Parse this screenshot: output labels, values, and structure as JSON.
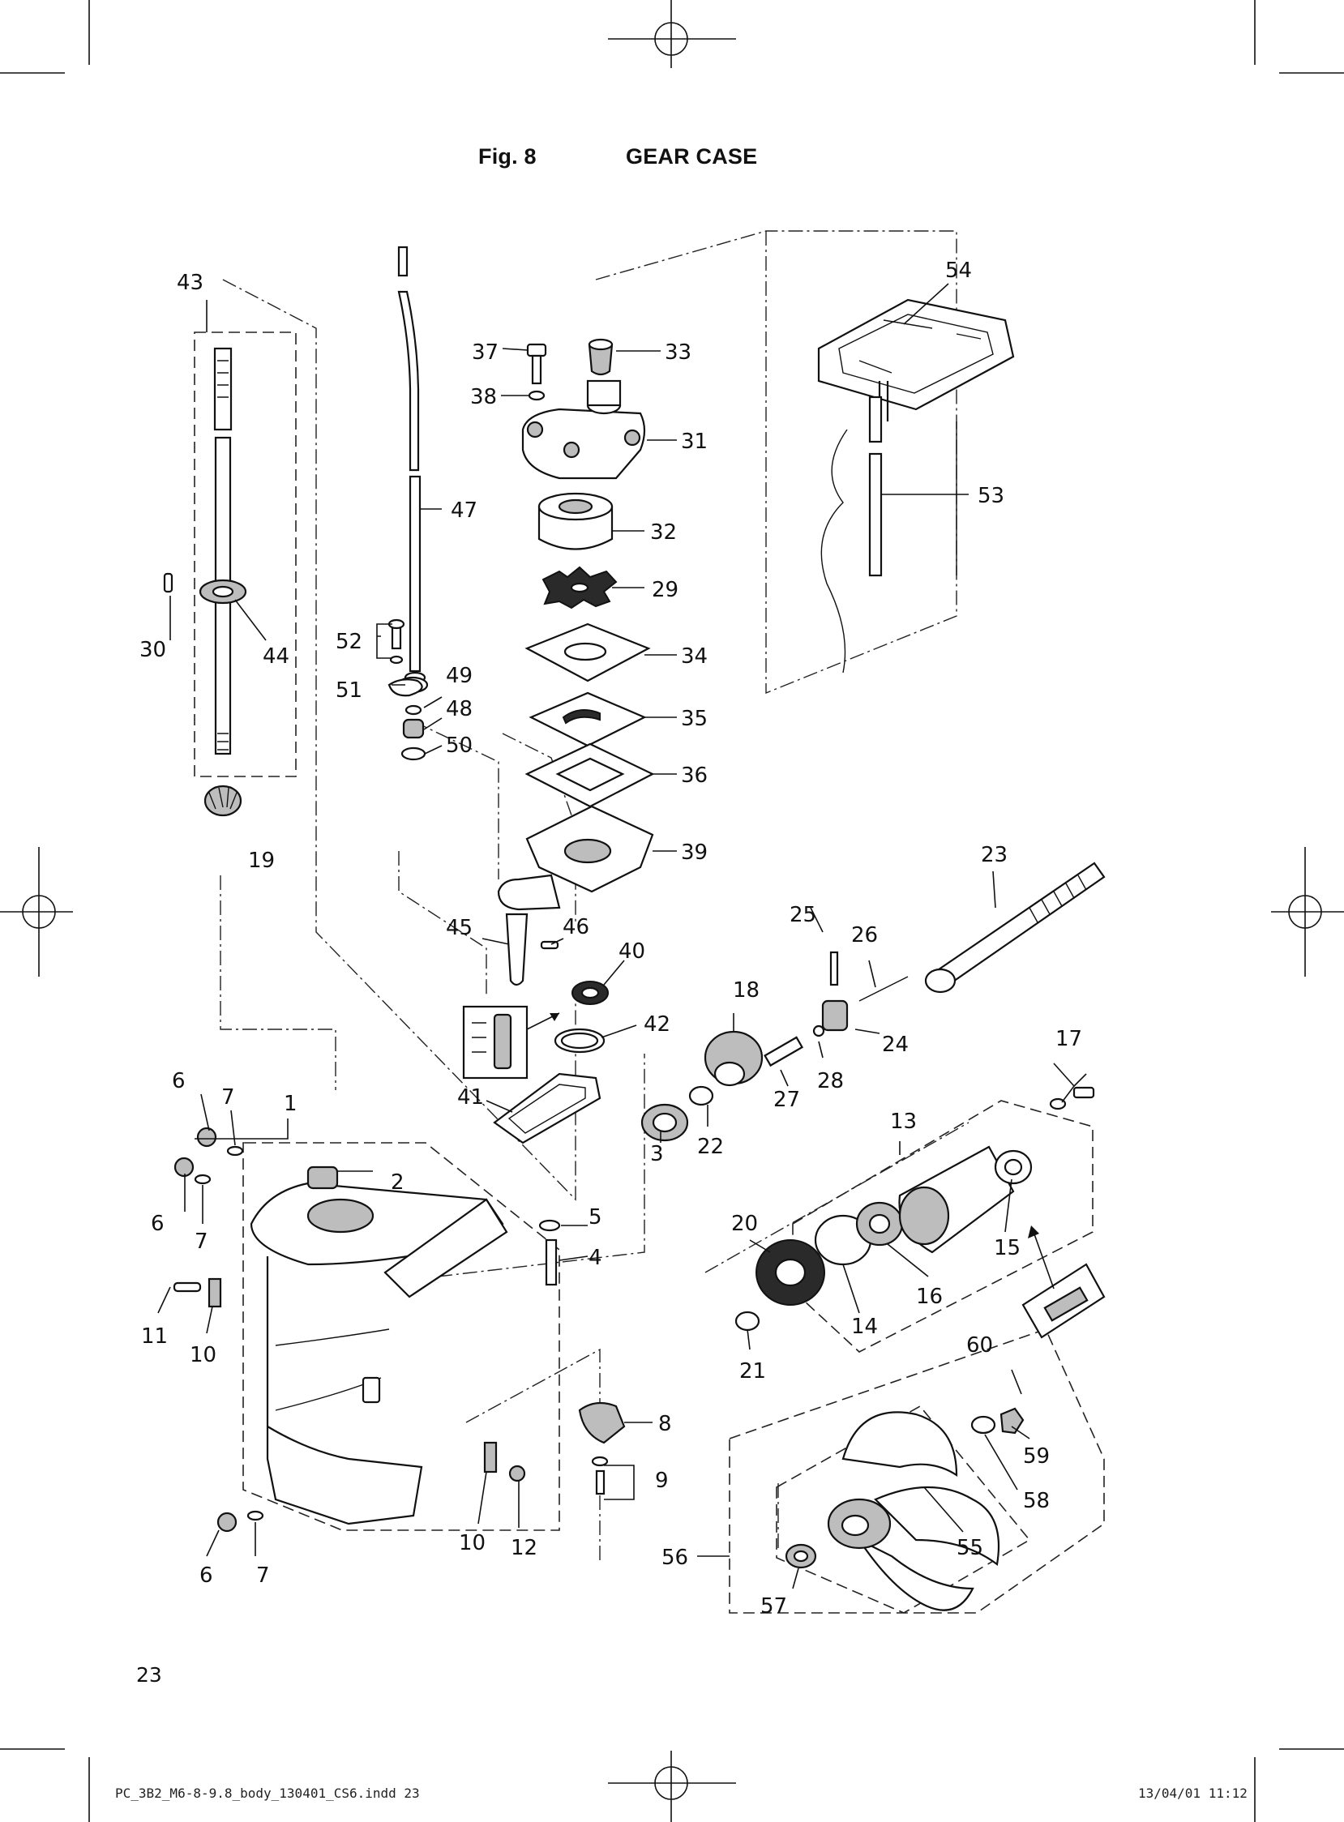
{
  "header": {
    "figure_label": "Fig. 8",
    "figure_title": "GEAR CASE"
  },
  "page_number": "23",
  "slug": {
    "file": "PC_3B2_M6-8-9.8_body_130401_CS6.indd   23",
    "datetime": "13/04/01   11:12"
  },
  "callouts": [
    "1",
    "2",
    "3",
    "4",
    "5",
    "6",
    "6",
    "6",
    "7",
    "7",
    "7",
    "8",
    "9",
    "10",
    "10",
    "11",
    "12",
    "13",
    "14",
    "15",
    "16",
    "17",
    "18",
    "19",
    "20",
    "21",
    "22",
    "23",
    "24",
    "25",
    "26",
    "27",
    "28",
    "29",
    "30",
    "31",
    "32",
    "33",
    "34",
    "35",
    "36",
    "37",
    "38",
    "39",
    "40",
    "41",
    "42",
    "43",
    "44",
    "45",
    "46",
    "47",
    "48",
    "49",
    "50",
    "51",
    "52",
    "53",
    "54",
    "55",
    "56",
    "57",
    "58",
    "59",
    "60"
  ]
}
